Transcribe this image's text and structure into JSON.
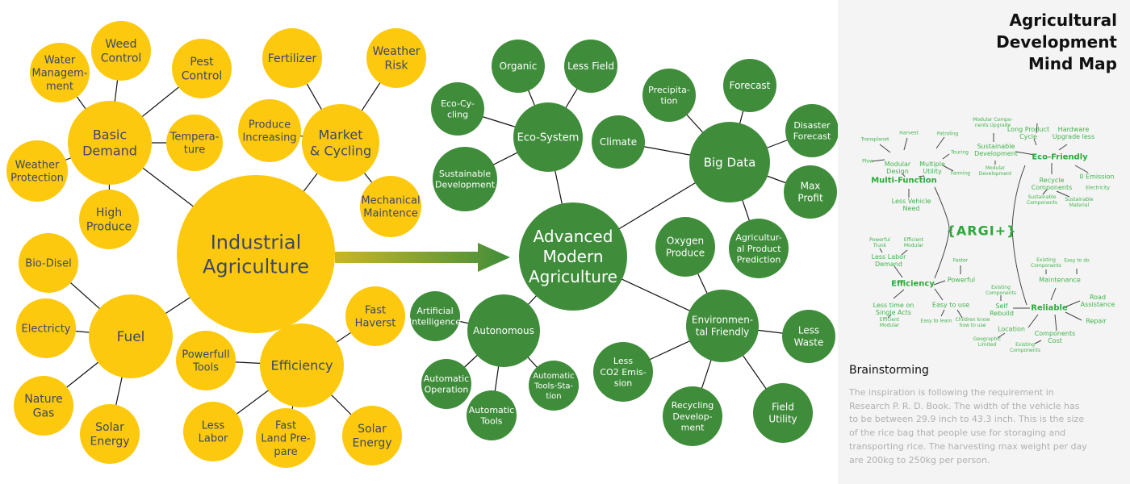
{
  "colors": {
    "yellow": "#fcc90f",
    "yellow_text": "#3b4763",
    "green": "#3f8d3b",
    "green_text": "#ffffff",
    "mini_green": "#3fb34a"
  },
  "nodes": {
    "industrial": {
      "label": [
        "Industrial",
        "Agriculture"
      ],
      "color": "yellow"
    },
    "basic": {
      "label": [
        "Basic",
        "Demand"
      ],
      "color": "yellow"
    },
    "water": {
      "label": [
        "Water",
        "Managem-",
        "ment"
      ],
      "color": "yellow"
    },
    "weed": {
      "label": [
        "Weed",
        "Control"
      ],
      "color": "yellow"
    },
    "pest": {
      "label": [
        "Pest",
        "Control"
      ],
      "color": "yellow"
    },
    "temperature": {
      "label": [
        "Tempera-",
        "ture"
      ],
      "color": "yellow"
    },
    "weather_protection": {
      "label": [
        "Weather",
        "Protection"
      ],
      "color": "yellow"
    },
    "high_produce": {
      "label": [
        "High",
        "Produce"
      ],
      "color": "yellow"
    },
    "market": {
      "label": [
        "Market",
        "& Cycling"
      ],
      "color": "yellow"
    },
    "fertilizer": {
      "label": [
        "Fertilizer"
      ],
      "color": "yellow"
    },
    "weather_risk": {
      "label": [
        "Weather",
        "Risk"
      ],
      "color": "yellow"
    },
    "produce_increasing": {
      "label": [
        "Produce",
        "Increasing"
      ],
      "color": "yellow"
    },
    "mechanical": {
      "label": [
        "Mechanical",
        "Maintence"
      ],
      "color": "yellow"
    },
    "bio_disel": {
      "label": [
        "Bio-Disel"
      ],
      "color": "yellow"
    },
    "electricity": {
      "label": [
        "Electricty"
      ],
      "color": "yellow"
    },
    "fuel": {
      "label": [
        "Fuel"
      ],
      "color": "yellow"
    },
    "nature_gas": {
      "label": [
        "Nature",
        "Gas"
      ],
      "color": "yellow"
    },
    "solar1": {
      "label": [
        "Solar",
        "Energy"
      ],
      "color": "yellow"
    },
    "efficiency": {
      "label": [
        "Efficiency"
      ],
      "color": "yellow"
    },
    "fast_haverst": {
      "label": [
        "Fast",
        "Haverst"
      ],
      "color": "yellow"
    },
    "powerfull_tools": {
      "label": [
        "Powerfull",
        "Tools"
      ],
      "color": "yellow"
    },
    "less_labor": {
      "label": [
        "Less",
        "Labor"
      ],
      "color": "yellow"
    },
    "fast_land": {
      "label": [
        "Fast",
        "Land Pre-",
        "pare"
      ],
      "color": "yellow"
    },
    "solar2": {
      "label": [
        "Solar",
        "Energy"
      ],
      "color": "yellow"
    },
    "advanced": {
      "label": [
        "Advanced",
        "Modern",
        "Agriculture"
      ],
      "color": "green"
    },
    "eco_system": {
      "label": [
        "Eco-System"
      ],
      "color": "green"
    },
    "organic": {
      "label": [
        "Organic"
      ],
      "color": "green"
    },
    "less_field": {
      "label": [
        "Less Field"
      ],
      "color": "green"
    },
    "eco_cycling": {
      "label": [
        "Eco-Cy-",
        "cling"
      ],
      "color": "green"
    },
    "sustainable": {
      "label": [
        "Sustainable",
        "Development"
      ],
      "color": "green"
    },
    "big_data": {
      "label": [
        "Big Data"
      ],
      "color": "green"
    },
    "precipitation": {
      "label": [
        "Precipita-",
        "tion"
      ],
      "color": "green"
    },
    "forecast": {
      "label": [
        "Forecast"
      ],
      "color": "green"
    },
    "climate": {
      "label": [
        "Climate"
      ],
      "color": "green"
    },
    "disaster": {
      "label": [
        "Disaster",
        "Forecast"
      ],
      "color": "green"
    },
    "max_profit": {
      "label": [
        "Max",
        "Profit"
      ],
      "color": "green"
    },
    "agri_prediction": {
      "label": [
        "Agricultur-",
        "al Product",
        "Prediction"
      ],
      "color": "green"
    },
    "oxygen": {
      "label": [
        "Oxygen",
        "Produce"
      ],
      "color": "green"
    },
    "environmental": {
      "label": [
        "Environmen-",
        "tal Friendly"
      ],
      "color": "green"
    },
    "less_waste": {
      "label": [
        "Less",
        "Waste"
      ],
      "color": "green"
    },
    "less_co2": {
      "label": [
        "Less",
        "CO2 Emis-",
        "sion"
      ],
      "color": "green"
    },
    "recycling": {
      "label": [
        "Recycling",
        "Develop-",
        "ment"
      ],
      "color": "green"
    },
    "field_utility": {
      "label": [
        "Field",
        "Utility"
      ],
      "color": "green"
    },
    "autonomous": {
      "label": [
        "Autonomous"
      ],
      "color": "green"
    },
    "ai": {
      "label": [
        "Artificial",
        "Intelligence"
      ],
      "color": "green"
    },
    "auto_operation": {
      "label": [
        "Automatic",
        "Operation"
      ],
      "color": "green"
    },
    "auto_tools": {
      "label": [
        "Automatic",
        "Tools"
      ],
      "color": "green"
    },
    "auto_station": {
      "label": [
        "Automatic",
        "Tools-Sta-",
        "tion"
      ],
      "color": "green"
    }
  },
  "edges": [
    [
      "industrial",
      "basic"
    ],
    [
      "basic",
      "water"
    ],
    [
      "basic",
      "weed"
    ],
    [
      "basic",
      "pest"
    ],
    [
      "basic",
      "temperature"
    ],
    [
      "basic",
      "weather_protection"
    ],
    [
      "basic",
      "high_produce"
    ],
    [
      "industrial",
      "market"
    ],
    [
      "market",
      "fertilizer"
    ],
    [
      "market",
      "weather_risk"
    ],
    [
      "market",
      "produce_increasing"
    ],
    [
      "market",
      "mechanical"
    ],
    [
      "industrial",
      "fuel"
    ],
    [
      "fuel",
      "bio_disel"
    ],
    [
      "fuel",
      "electricity"
    ],
    [
      "fuel",
      "nature_gas"
    ],
    [
      "fuel",
      "solar1"
    ],
    [
      "industrial",
      "efficiency"
    ],
    [
      "efficiency",
      "fast_haverst"
    ],
    [
      "efficiency",
      "powerfull_tools"
    ],
    [
      "efficiency",
      "less_labor"
    ],
    [
      "efficiency",
      "fast_land"
    ],
    [
      "efficiency",
      "solar2"
    ],
    [
      "advanced",
      "eco_system"
    ],
    [
      "eco_system",
      "organic"
    ],
    [
      "eco_system",
      "less_field"
    ],
    [
      "eco_system",
      "eco_cycling"
    ],
    [
      "eco_system",
      "sustainable"
    ],
    [
      "advanced",
      "big_data"
    ],
    [
      "big_data",
      "precipitation"
    ],
    [
      "big_data",
      "forecast"
    ],
    [
      "big_data",
      "climate"
    ],
    [
      "big_data",
      "disaster"
    ],
    [
      "big_data",
      "max_profit"
    ],
    [
      "big_data",
      "agri_prediction"
    ],
    [
      "advanced",
      "environmental"
    ],
    [
      "environmental",
      "oxygen"
    ],
    [
      "environmental",
      "less_waste"
    ],
    [
      "environmental",
      "less_co2"
    ],
    [
      "environmental",
      "recycling"
    ],
    [
      "environmental",
      "field_utility"
    ],
    [
      "advanced",
      "autonomous"
    ],
    [
      "autonomous",
      "ai"
    ],
    [
      "autonomous",
      "auto_operation"
    ],
    [
      "autonomous",
      "auto_tools"
    ],
    [
      "autonomous",
      "auto_station"
    ]
  ],
  "panel": {
    "title": [
      "Agricultural",
      "Development",
      "Mind Map"
    ],
    "subtitle": "Brainstorming",
    "description": "The inspiration is following the requirement in Research P. R. D. Book. The width of the vehicle has to be between 29.9 inch to 43.3 inch. This is the size of the rice bag that people use for storaging and transporting rice. The harvesting max weight per day are 200kg to 250kg per person.",
    "mini_map": {
      "hub": "{ARGI+}",
      "multi_function": "Multi-Function",
      "modular_design": "Modular\nDesign",
      "multiple_utility": "Multiple\nUtility",
      "transplanet": "Transplanet",
      "harvest": "Harvest",
      "plow": "Plow",
      "patroling": "Patroling",
      "touring": "Touring",
      "farming": "Farming",
      "less_vehicle_need": "Less Vehicle\nNeed",
      "eco_friendly": "Eco-Friendly",
      "modular_components_upgrade": "Modular Compo-\nnents Upgrade",
      "long_product_cycle": "Long Product\nCycle",
      "hardware_upgrade_less": "Hardware\nUpgrade less",
      "sustainable_development": "Sustainable\nDevelopment",
      "modular_development": "Modular\nDevelopment",
      "recycle_components": "Recycle\nComponents",
      "zero_emission": "0 Emission",
      "electricity": "Electricity",
      "sustainable_components": "Sustainable\nComponents",
      "sustainable_material": "Sustainable\nMaterial",
      "efficiency": "Efficiency",
      "powerful_trunk": "Powerful\nTrunk",
      "efficient_modular_1": "Efficient\nModular",
      "less_labor_demand": "Less Labor\nDemand",
      "faster": "Faster",
      "powerful": "Powerful",
      "less_time": "Less time on\nSingle Acts",
      "easy_to_use": "Easy to use",
      "efficient_modular_2": "Efficient\nModular",
      "easy_to_learn": "Easy to learn",
      "children_know": "Children know\nhow to use",
      "reliable": "Reliable",
      "existing_components_1": "Existing\nComponents",
      "easy_to_do": "Easy to do",
      "maintenance": "Maintenance",
      "existing_components_2": "Existing\nComponents",
      "self_rebuild": "Self\nRebuild",
      "road_assistance": "Road\nAssistance",
      "repair": "Repair",
      "location": "Location",
      "geographic_limited": "Geographic\nLimited",
      "components_cost": "Components\nCost",
      "existing_components_3": "Existing\nComponents"
    }
  }
}
